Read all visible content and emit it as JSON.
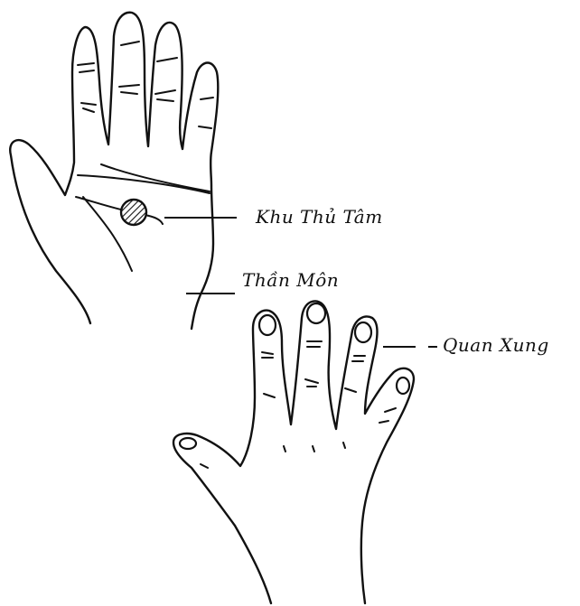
{
  "labels": {
    "point_1": "Khu Thủ Tâm",
    "point_2": "Thần Môn",
    "point_3": "Quan Xung"
  },
  "colors": {
    "ink": "#111111",
    "background": "#ffffff"
  }
}
